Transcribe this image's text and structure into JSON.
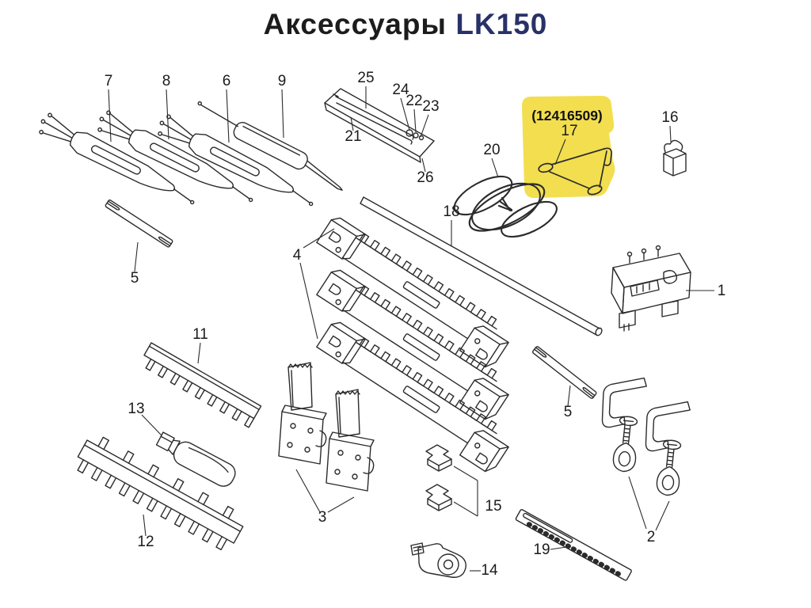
{
  "title": {
    "prefix": "Аксессуары",
    "model": "LK150"
  },
  "diagram": {
    "highlighted_part_number": "(12416509)",
    "part_labels": {
      "1": "1",
      "2": "2",
      "3": "3",
      "4": "4",
      "5": "5",
      "6": "6",
      "7": "7",
      "8": "8",
      "9": "9",
      "11": "11",
      "12": "12",
      "13": "13",
      "14": "14",
      "15": "15",
      "16": "16",
      "17": "17",
      "18": "18",
      "19": "19",
      "20": "20",
      "21": "21",
      "22": "22",
      "23": "23",
      "24": "24",
      "25": "25",
      "26": "26"
    }
  },
  "colors": {
    "highlight_yellow": "#F2DE4F",
    "model_blue": "#283168",
    "title_text": "#1C1C1C",
    "line": "#2B2B2B",
    "background": "#FFFFFF"
  }
}
